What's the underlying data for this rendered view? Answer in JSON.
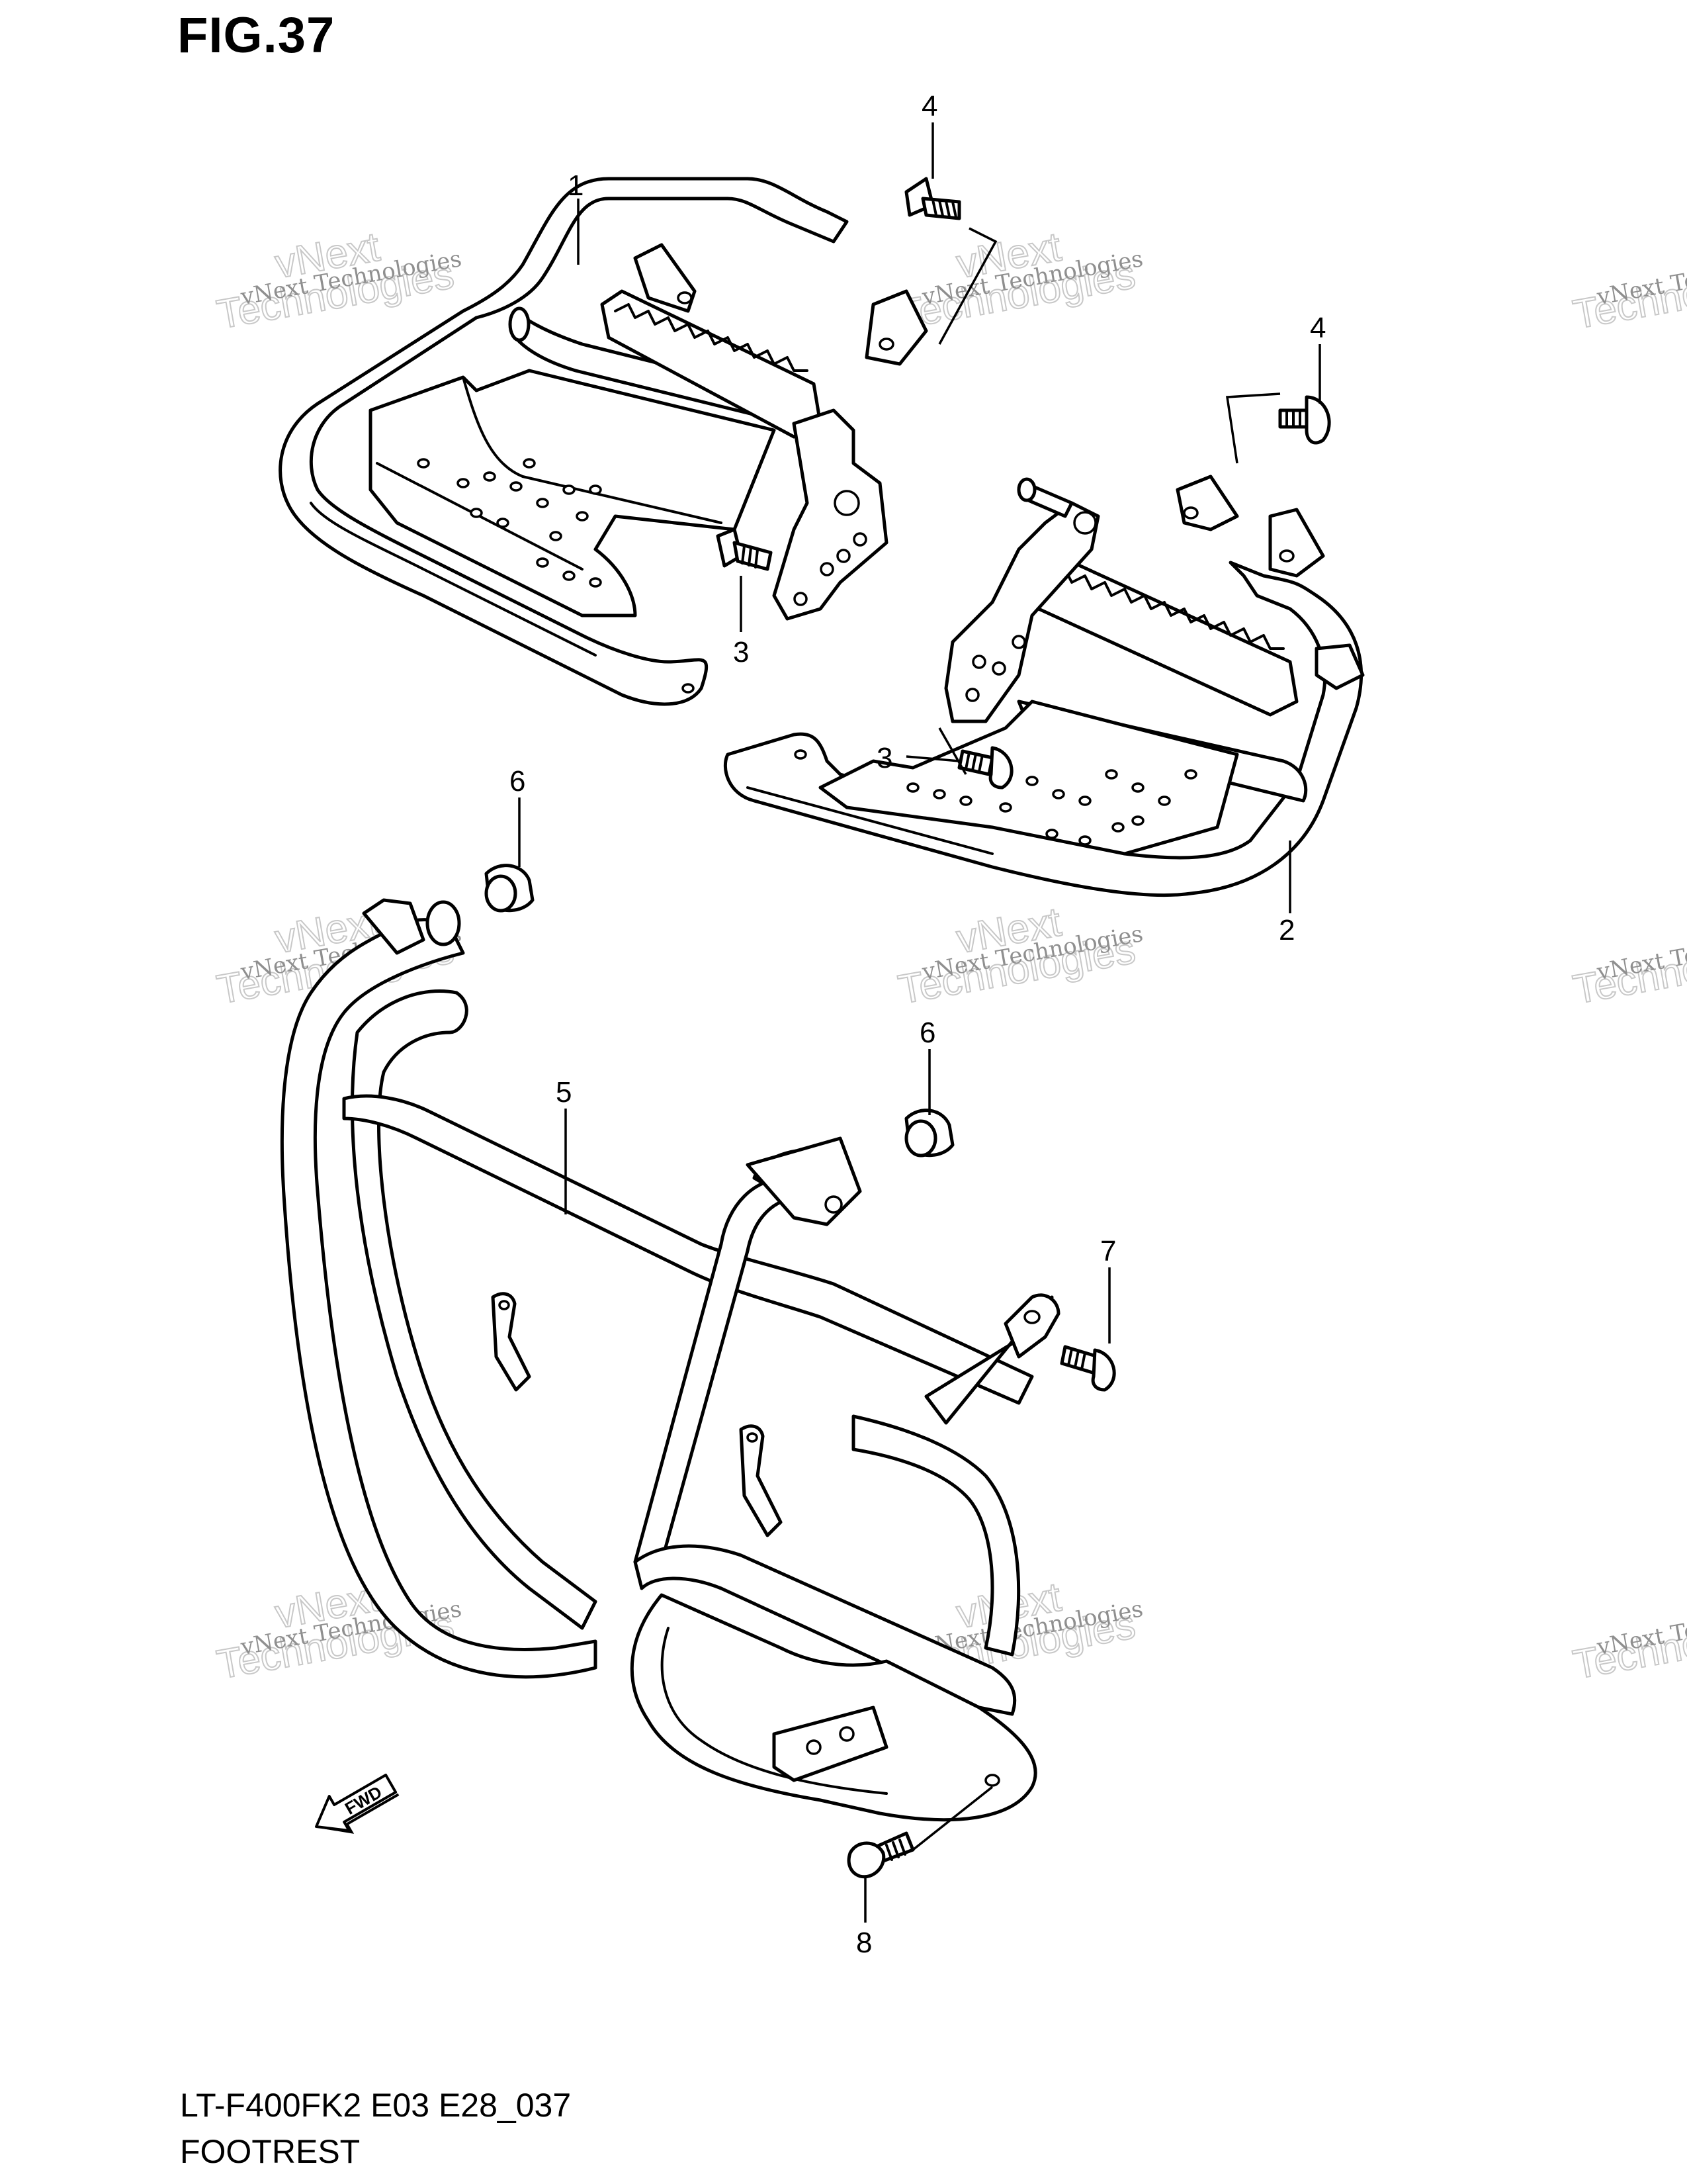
{
  "figure": {
    "title": "FIG.37",
    "model_code": "LT-F400FK2 E03 E28_037",
    "part_name": "FOOTREST"
  },
  "callouts": [
    {
      "id": "1",
      "label": "1",
      "part": "left footrest"
    },
    {
      "id": "2",
      "label": "2",
      "part": "right footrest"
    },
    {
      "id": "3a",
      "label": "3",
      "part": "bolt"
    },
    {
      "id": "3b",
      "label": "3",
      "part": "bolt"
    },
    {
      "id": "4a",
      "label": "4",
      "part": "bolt"
    },
    {
      "id": "4b",
      "label": "4",
      "part": "bolt"
    },
    {
      "id": "5",
      "label": "5",
      "part": "front guard"
    },
    {
      "id": "6a",
      "label": "6",
      "part": "grommet"
    },
    {
      "id": "6b",
      "label": "6",
      "part": "grommet"
    },
    {
      "id": "7",
      "label": "7",
      "part": "bolt"
    },
    {
      "id": "8",
      "label": "8",
      "part": "bolt"
    }
  ],
  "fwd_arrow": {
    "label": "FWD"
  },
  "watermark": {
    "line1": "vNext Technologies",
    "line2": "vNext",
    "line3": "Technologies"
  },
  "colors": {
    "line": "#000000",
    "background": "#ffffff",
    "watermark": "#8f8f8f"
  }
}
